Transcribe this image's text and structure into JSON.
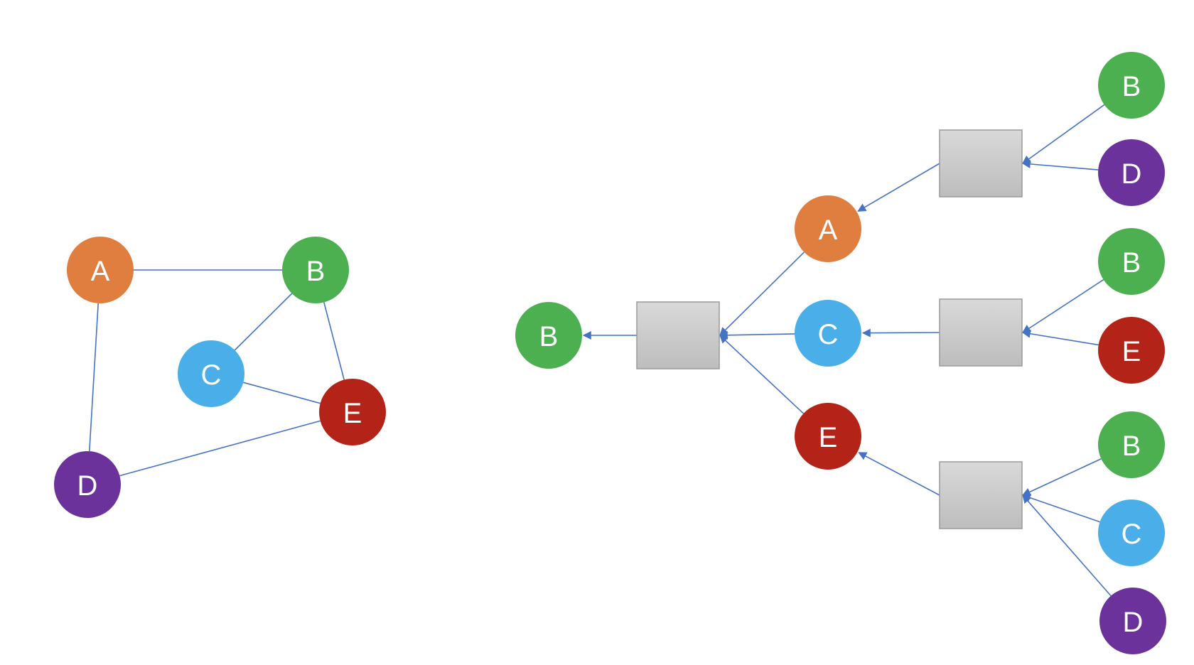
{
  "colors": {
    "A": "#E07E40",
    "B": "#4CAF50",
    "C": "#4AAEE8",
    "D": "#6A329A",
    "E": "#B42318",
    "edge": "#4472C4",
    "box_top": "#D9D9D9",
    "box_bottom": "#BDBDBD"
  },
  "graph": {
    "nodes": [
      {
        "id": "A",
        "label": "A"
      },
      {
        "id": "B",
        "label": "B"
      },
      {
        "id": "C",
        "label": "C"
      },
      {
        "id": "D",
        "label": "D"
      },
      {
        "id": "E",
        "label": "E"
      }
    ],
    "edges": [
      [
        "A",
        "B"
      ],
      [
        "A",
        "D"
      ],
      [
        "B",
        "C"
      ],
      [
        "B",
        "E"
      ],
      [
        "C",
        "E"
      ],
      [
        "D",
        "E"
      ]
    ]
  },
  "tree": {
    "root": {
      "label": "B"
    },
    "level1": [
      {
        "label": "A"
      },
      {
        "label": "C"
      },
      {
        "label": "E"
      }
    ],
    "level2": [
      {
        "parent": "A",
        "children": [
          "B",
          "D"
        ]
      },
      {
        "parent": "C",
        "children": [
          "B",
          "E"
        ]
      },
      {
        "parent": "E",
        "children": [
          "B",
          "C",
          "D"
        ]
      }
    ]
  }
}
